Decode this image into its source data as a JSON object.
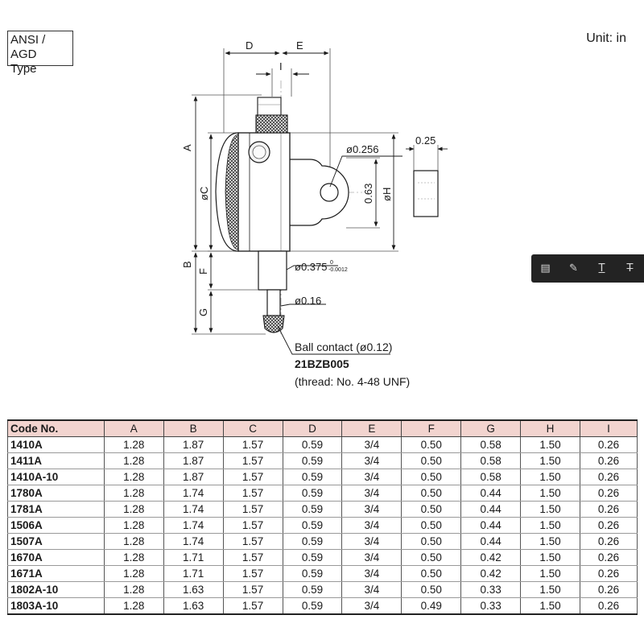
{
  "type_label": {
    "line1": "ANSI / AGD",
    "line2": "Type"
  },
  "unit_label": "Unit: in",
  "drawing": {
    "dim_labels": {
      "D": "D",
      "E": "E",
      "I": "I",
      "A": "A",
      "B": "B",
      "C": "øC",
      "F": "F",
      "G": "G",
      "H": "øH"
    },
    "callouts": {
      "lug_hole": "ø0.256",
      "lug_height": "0.63",
      "lug_thickness": "0.25",
      "stem": "ø0.375",
      "stem_tol_upper": "0",
      "stem_tol_lower": "-0.0012",
      "spindle": "ø0.16",
      "ball_contact": "Ball contact (ø0.12)",
      "contact_point_code": "21BZB005",
      "thread": "(thread: No. 4-48 UNF)"
    }
  },
  "toolbar": {
    "buttons": [
      {
        "name": "comment-button",
        "icon": "comment-icon",
        "glyph": "▤"
      },
      {
        "name": "highlight-button",
        "icon": "pen-icon",
        "glyph": "✎"
      },
      {
        "name": "underline-text-button",
        "icon": "text-underline-icon",
        "glyph": "T"
      },
      {
        "name": "strikethrough-text-button",
        "icon": "text-strikethrough-icon",
        "glyph": "T"
      }
    ]
  },
  "table": {
    "headers": [
      "Code No.",
      "A",
      "B",
      "C",
      "D",
      "E",
      "F",
      "G",
      "H",
      "I"
    ],
    "rows": [
      [
        "1410A",
        "1.28",
        "1.87",
        "1.57",
        "0.59",
        "3/4",
        "0.50",
        "0.58",
        "1.50",
        "0.26"
      ],
      [
        "1411A",
        "1.28",
        "1.87",
        "1.57",
        "0.59",
        "3/4",
        "0.50",
        "0.58",
        "1.50",
        "0.26"
      ],
      [
        "1410A-10",
        "1.28",
        "1.87",
        "1.57",
        "0.59",
        "3/4",
        "0.50",
        "0.58",
        "1.50",
        "0.26"
      ],
      [
        "1780A",
        "1.28",
        "1.74",
        "1.57",
        "0.59",
        "3/4",
        "0.50",
        "0.44",
        "1.50",
        "0.26"
      ],
      [
        "1781A",
        "1.28",
        "1.74",
        "1.57",
        "0.59",
        "3/4",
        "0.50",
        "0.44",
        "1.50",
        "0.26"
      ],
      [
        "1506A",
        "1.28",
        "1.74",
        "1.57",
        "0.59",
        "3/4",
        "0.50",
        "0.44",
        "1.50",
        "0.26"
      ],
      [
        "1507A",
        "1.28",
        "1.74",
        "1.57",
        "0.59",
        "3/4",
        "0.50",
        "0.44",
        "1.50",
        "0.26"
      ],
      [
        "1670A",
        "1.28",
        "1.71",
        "1.57",
        "0.59",
        "3/4",
        "0.50",
        "0.42",
        "1.50",
        "0.26"
      ],
      [
        "1671A",
        "1.28",
        "1.71",
        "1.57",
        "0.59",
        "3/4",
        "0.50",
        "0.42",
        "1.50",
        "0.26"
      ],
      [
        "1802A-10",
        "1.28",
        "1.63",
        "1.57",
        "0.59",
        "3/4",
        "0.50",
        "0.33",
        "1.50",
        "0.26"
      ],
      [
        "1803A-10",
        "1.28",
        "1.63",
        "1.57",
        "0.59",
        "3/4",
        "0.49",
        "0.33",
        "1.50",
        "0.26"
      ]
    ]
  },
  "colors": {
    "table_header_bg": "#f2d4cf",
    "toolbar_bg": "#232323"
  }
}
